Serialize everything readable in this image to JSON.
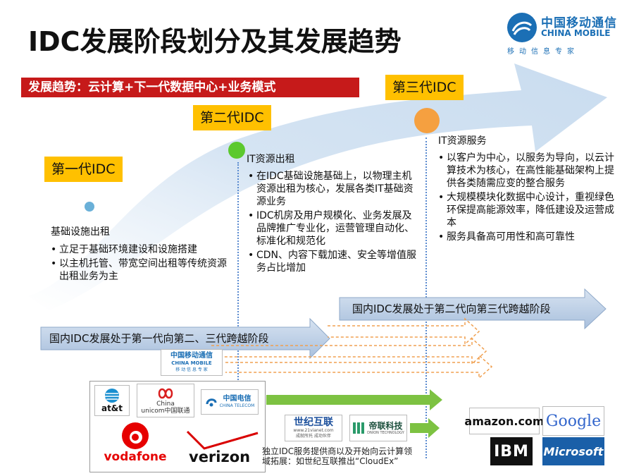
{
  "title": "IDC发展阶段划分及其发展趋势",
  "brand": {
    "cn": "中国移动通信",
    "en": "CHINA MOBILE",
    "slogan": "移动信息专家"
  },
  "trend_banner": "发展趋势：云计算+下一代数据中心+业务模式",
  "generations": [
    {
      "label": "第一代IDC",
      "heading": "基础设施出租",
      "bullets": [
        "立足于基础环境建设和设施搭建",
        "以主机托管、带宽空间出租等传统资源出租业务为主"
      ]
    },
    {
      "label": "第二代IDC",
      "heading": "IT资源出租",
      "bullets": [
        "在IDC基础设施基础上，以物理主机资源出租为核心，发展各类IT基础资源业务",
        "IDC机房及用户规模化、业务发展及品牌推广专业化，运营管理自动化、标准化和规范化",
        "CDN、内容下载加速、安全等增值服务占比增加"
      ]
    },
    {
      "label": "第三代IDC",
      "heading": "IT资源服务",
      "bullets": [
        "以客户为中心，以服务为导向，以云计算技术为核心，在高性能基础架构上提供各类随需应变的整合服务",
        "大规模模块化数据中心设计，重视绿色环保提高能源效率，降低建设及运营成本",
        "服务具备高可用性和高可靠性"
      ]
    }
  ],
  "stage_arrows": {
    "domestic_2to3": "国内IDC发展处于第二代向第三代跨越阶段",
    "domestic_1to23": "国内IDC发展处于第一代向第二、三代跨越阶段"
  },
  "operator_logos": {
    "china_mobile_cn": "中国移动通信",
    "china_mobile_en": "CHINA MOBILE",
    "china_mobile_slogan": "移 动 信 息 专 家",
    "att": "at&t",
    "unicom_en1": "China",
    "unicom_en2": "unicom中国联通",
    "telecom_cn": "中国电信",
    "telecom_en": "CHINA TELECOM",
    "vodafone": "vodafone",
    "verizon": "verizon"
  },
  "idc_logos": {
    "21vianet_cn": "世纪互联",
    "21vianet_sub": "www.21vianet.com",
    "21vianet_slogan": "成就所托 成功伙伴",
    "dnion_cn": "帝联科技",
    "dnion_en": "DNION TECHNOLOGY"
  },
  "idc_note": "独立IDC服务提供商以及开始向云计算领域拓展：如世纪互联推出“CloudEx”",
  "cloud_logos": {
    "amazon": "amazon.com",
    "google": "Google",
    "ibm": "IBM",
    "microsoft": "Microsoft"
  },
  "colors": {
    "trend_banner": "#c61a1a",
    "generation_label": "#ffc000",
    "brand_blue": "#1b6fb5",
    "stage_arrow": "#b8cce4",
    "green_arrow": "#7dc242",
    "big_arrow": "#dbe7f3",
    "dot_gen1": "#6ab0d8",
    "dot_gen2": "#5cc92e",
    "dot_gen3": "#f5a040"
  }
}
